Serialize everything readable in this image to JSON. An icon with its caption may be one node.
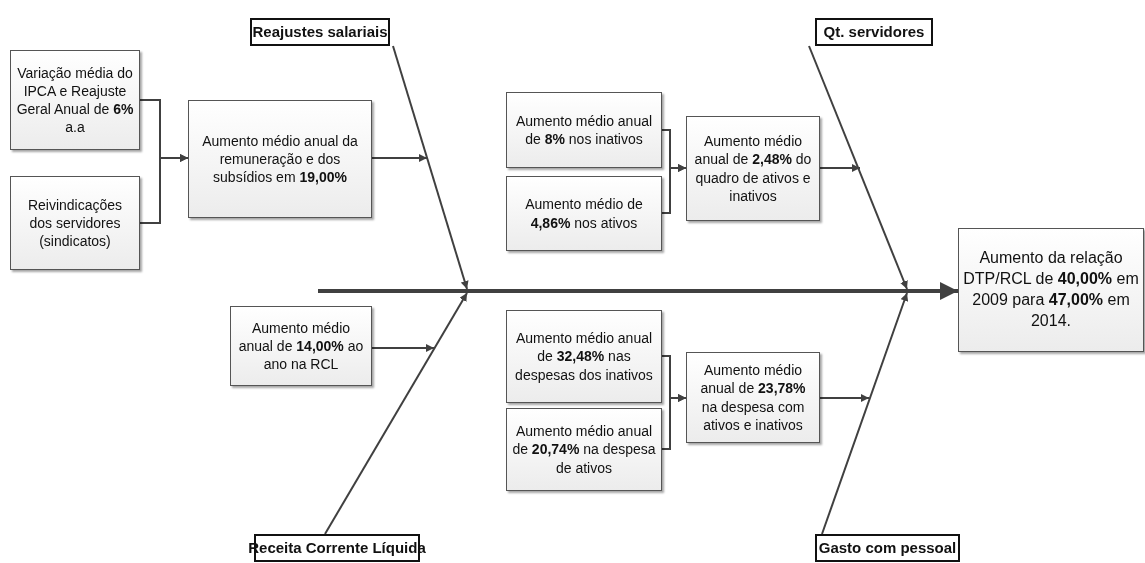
{
  "diagram": {
    "nodes": [
      {
        "text": [
          "Reajustes salariais"
        ]
      },
      {
        "text": [
          "Qt. servidores"
        ]
      },
      {
        "text": [
          "Receita Corrente Líquida"
        ]
      },
      {
        "text": [
          "Gasto com pessoal"
        ]
      },
      {
        "text": [
          "Variação média do IPCA e Reajuste Geral Anual de **6%** a.a"
        ]
      },
      {
        "text": [
          "Reivindicações dos servidores (sindicatos)"
        ]
      },
      {
        "text": [
          "Aumento médio anual da remuneração e dos subsídios em **19,00%**"
        ]
      },
      {
        "text": [
          "Aumento médio anual de **8%** nos inativos"
        ]
      },
      {
        "text": [
          "Aumento médio de **4,86%** nos ativos"
        ]
      },
      {
        "text": [
          "Aumento médio anual de **2,48%** do quadro de ativos e inativos"
        ]
      },
      {
        "text": [
          "Aumento médio anual de **14,00%** ao ano na RCL"
        ]
      },
      {
        "text": [
          "Aumento médio anual de **32,48%** nas despesas dos inativos"
        ]
      },
      {
        "text": [
          "Aumento médio anual de **20,74%** na despesa de ativos"
        ]
      },
      {
        "text": [
          "Aumento médio anual de **23,78%** na despesa com ativos e inativos"
        ]
      },
      {
        "text": [
          "Aumento da relação DTP/RCL de **40,00%** em 2009 para **47,00%** em 2014."
        ]
      }
    ],
    "edges": [
      {
        "from": 4,
        "to": 6,
        "arrow": "to"
      },
      {
        "from": 5,
        "to": 6,
        "arrow": "to"
      },
      {
        "from": 6,
        "to": null,
        "arrow": "to"
      },
      {
        "from": 0,
        "to": null,
        "arrow": "to"
      },
      {
        "from": 7,
        "to": 9,
        "arrow": "to"
      },
      {
        "from": 8,
        "to": 9,
        "arrow": "to"
      },
      {
        "from": 9,
        "to": null,
        "arrow": "to"
      },
      {
        "from": 1,
        "to": null,
        "arrow": "to"
      },
      {
        "from": 10,
        "to": null,
        "arrow": "to"
      },
      {
        "from": 2,
        "to": null,
        "arrow": "to"
      },
      {
        "from": 11,
        "to": 13,
        "arrow": "to"
      },
      {
        "from": 12,
        "to": 13,
        "arrow": "to"
      },
      {
        "from": 13,
        "to": null,
        "arrow": "to"
      },
      {
        "from": 3,
        "to": null,
        "arrow": "to"
      },
      {
        "from": null,
        "to": 14,
        "arrow": "to",
        "style": "thick"
      }
    ]
  }
}
